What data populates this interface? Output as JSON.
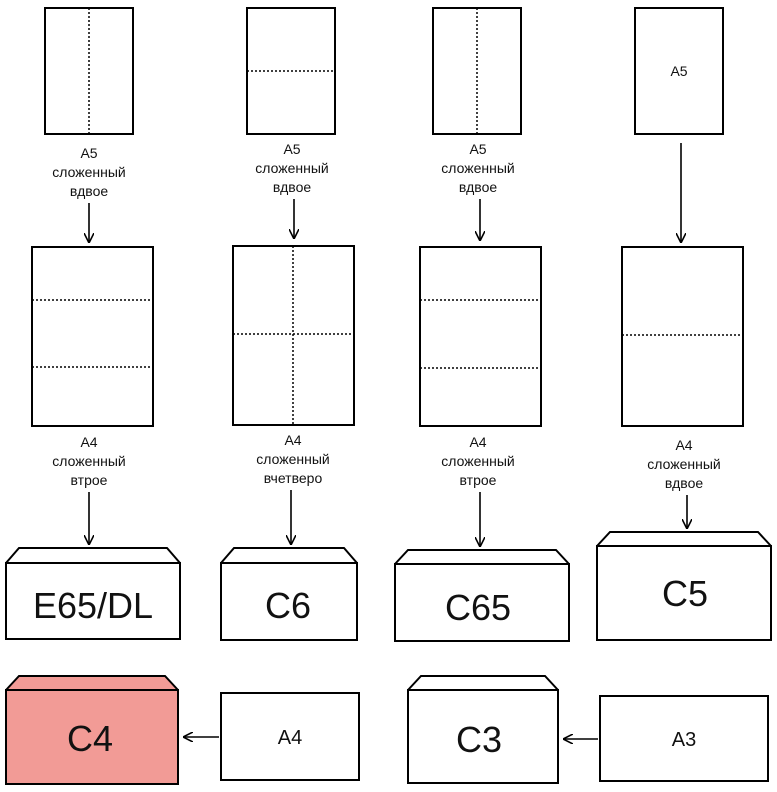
{
  "colors": {
    "highlight": "#f29b96",
    "stroke": "#000000"
  },
  "columns": [
    {
      "top_label": [
        "A5",
        "сложенный",
        "вдвое"
      ],
      "mid_label": [
        "A4",
        "сложенный",
        "втрое"
      ],
      "envelope": "E65/DL"
    },
    {
      "top_label": [
        "A5",
        "сложенный",
        "вдвое"
      ],
      "mid_label": [
        "A4",
        "сложенный",
        "вчетверо"
      ],
      "envelope": "C6"
    },
    {
      "top_label": [
        "A5",
        "сложенный",
        "вдвое"
      ],
      "mid_label": [
        "A4",
        "сложенный",
        "втрое"
      ],
      "envelope": "C65"
    },
    {
      "top_sheet_text": "A5",
      "mid_label": [
        "A4",
        "сложенный",
        "вдвое"
      ],
      "envelope": "C5"
    }
  ],
  "bottom": {
    "c4_envelope": "C4",
    "a4_sheet": "A4",
    "c3_envelope": "C3",
    "a3_sheet": "A3"
  }
}
